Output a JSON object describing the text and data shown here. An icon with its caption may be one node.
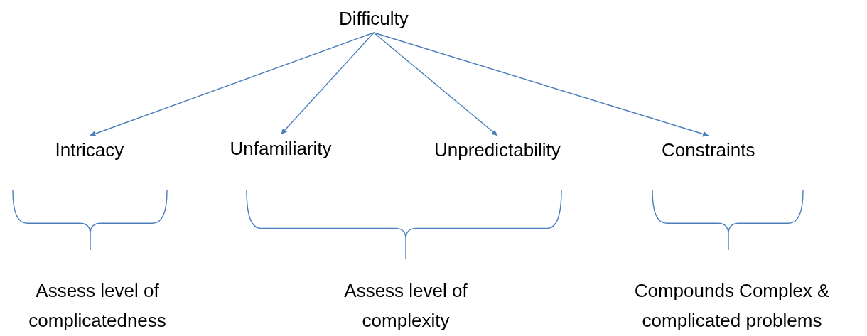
{
  "diagram": {
    "nodes": [
      {
        "text": [
          "Difficulty"
        ]
      },
      {
        "text": [
          "Intricacy"
        ]
      },
      {
        "text": [
          "Unfamiliarity"
        ]
      },
      {
        "text": [
          "Unpredictability"
        ]
      },
      {
        "text": [
          "Constraints"
        ]
      }
    ],
    "edges": [
      {
        "from": 0,
        "to": 1,
        "arrow": "to"
      },
      {
        "from": 0,
        "to": 2,
        "arrow": "to"
      },
      {
        "from": 0,
        "to": 3,
        "arrow": "to"
      },
      {
        "from": 0,
        "to": 4,
        "arrow": "to"
      }
    ],
    "labels": [
      "Assess level of complicatedness",
      "Assess level of complexity",
      "Compounds Complex & complicated problems"
    ]
  }
}
